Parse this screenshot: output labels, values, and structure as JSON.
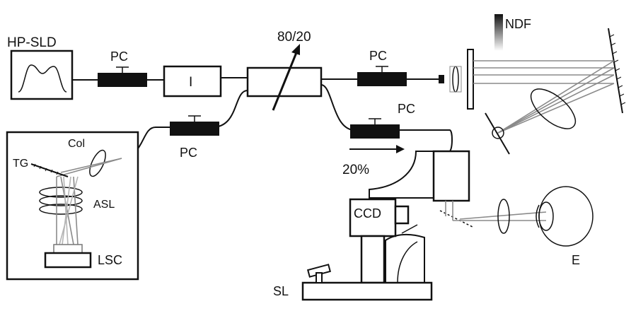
{
  "labels": {
    "source": "HP-SLD",
    "pc": "PC",
    "isolator": "I",
    "coupler_ratio": "80/20",
    "neutral_density_filter": "NDF",
    "collimator": "Col",
    "grating": "TG",
    "lens_system": "ASL",
    "camera_line": "LSC",
    "percent": "20%",
    "ccd": "CCD",
    "slit_lamp": "SL",
    "eye": "E"
  }
}
